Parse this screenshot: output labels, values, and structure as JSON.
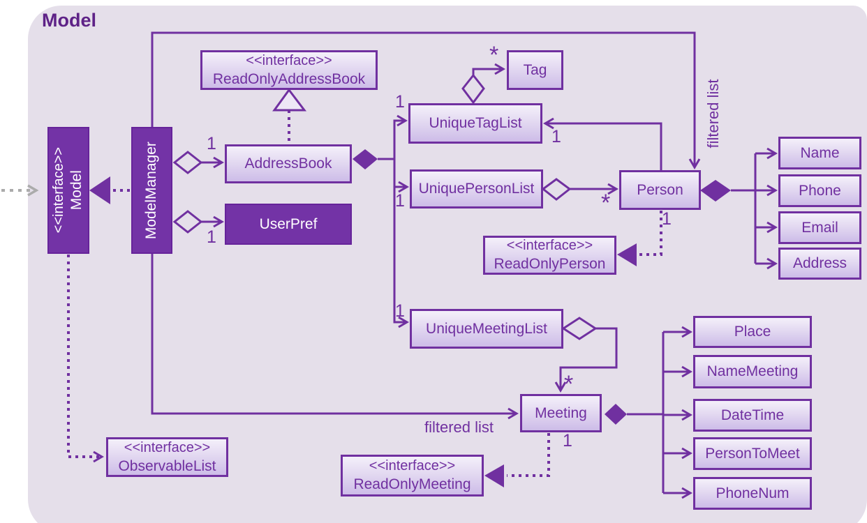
{
  "title": "Model",
  "colors": {
    "accent": "#7030A0",
    "dark_fill": "#7333A6",
    "canvas": "#E5DFEA",
    "gray_arrow": "#ABABAB"
  },
  "labels": {
    "filtered_list": "filtered list"
  },
  "mult": {
    "one": "1",
    "many": "*"
  },
  "classes": {
    "model_interface": {
      "stereotype": "<<interface>>",
      "name": "Model"
    },
    "model_manager": {
      "name": "ModelManager"
    },
    "readonly_addressbook": {
      "stereotype": "<<interface>>",
      "name": "ReadOnlyAddressBook"
    },
    "addressbook": {
      "name": "AddressBook"
    },
    "userpref": {
      "name": "UserPref"
    },
    "tag": {
      "name": "Tag"
    },
    "unique_tag_list": {
      "name": "UniqueTagList"
    },
    "unique_person_list": {
      "name": "UniquePersonList"
    },
    "person": {
      "name": "Person"
    },
    "readonly_person": {
      "stereotype": "<<interface>>",
      "name": "ReadOnlyPerson"
    },
    "name": {
      "name": "Name"
    },
    "phone": {
      "name": "Phone"
    },
    "email": {
      "name": "Email"
    },
    "address": {
      "name": "Address"
    },
    "unique_meeting_list": {
      "name": "UniqueMeetingList"
    },
    "meeting": {
      "name": "Meeting"
    },
    "readonly_meeting": {
      "stereotype": "<<interface>>",
      "name": "ReadOnlyMeeting"
    },
    "observable_list": {
      "stereotype": "<<interface>>",
      "name": "ObservableList"
    },
    "place": {
      "name": "Place"
    },
    "name_meeting": {
      "name": "NameMeeting"
    },
    "date_time": {
      "name": "DateTime"
    },
    "person_to_meet": {
      "name": "PersonToMeet"
    },
    "phone_num": {
      "name": "PhoneNum"
    }
  }
}
